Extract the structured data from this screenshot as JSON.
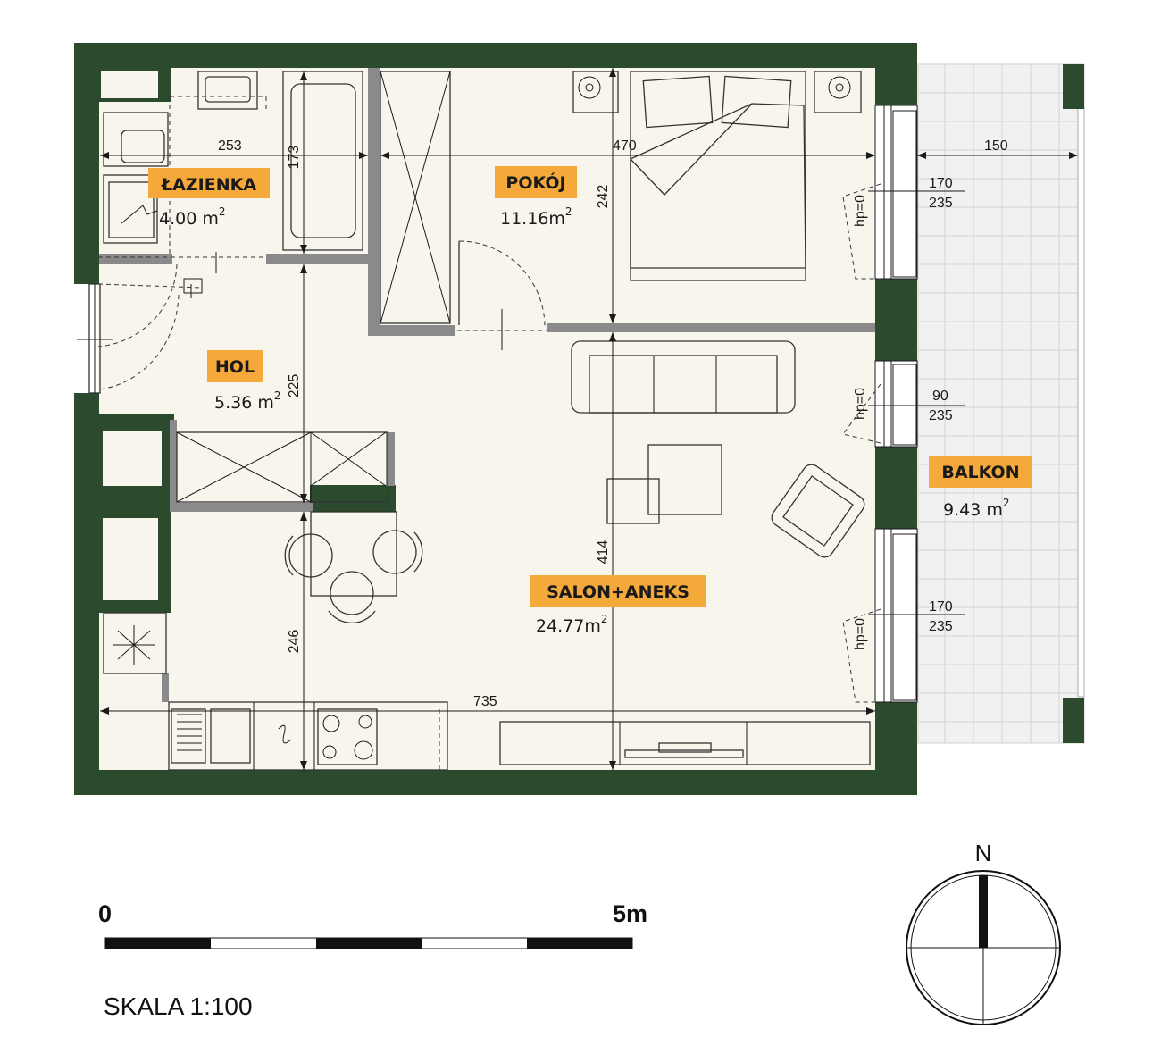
{
  "rooms": {
    "lazienka": {
      "label": "ŁAZIENKA",
      "area": "4.00 m",
      "sup": "2"
    },
    "pokoj": {
      "label": "POKÓJ",
      "area": "11.16m",
      "sup": "2"
    },
    "hol": {
      "label": "HOL",
      "area": "5.36 m",
      "sup": "2"
    },
    "salon": {
      "label": "SALON+ANEKS",
      "area": "24.77m",
      "sup": "2"
    },
    "balkon": {
      "label": "BALKON",
      "area": "9.43 m",
      "sup": "2"
    }
  },
  "dimensions": {
    "d253": "253",
    "d173": "173",
    "d470": "470",
    "d242": "242",
    "d150": "150",
    "d225": "225",
    "d414": "414",
    "d246": "246",
    "d735": "735"
  },
  "windows": [
    {
      "hp": "hp=0",
      "width": "170",
      "height": "235"
    },
    {
      "hp": "hp=0",
      "width": "90",
      "height": "235"
    },
    {
      "hp": "hp=0",
      "width": "170",
      "height": "235"
    }
  ],
  "scale": {
    "start": "0",
    "end": "5m",
    "caption": "SKALA 1:100"
  },
  "compass": {
    "north": "N"
  },
  "colors": {
    "wall": "#2b4a2e",
    "floor": "#f8f6ec",
    "label_bg": "#f5a93b",
    "partition": "#8a8a8a"
  }
}
